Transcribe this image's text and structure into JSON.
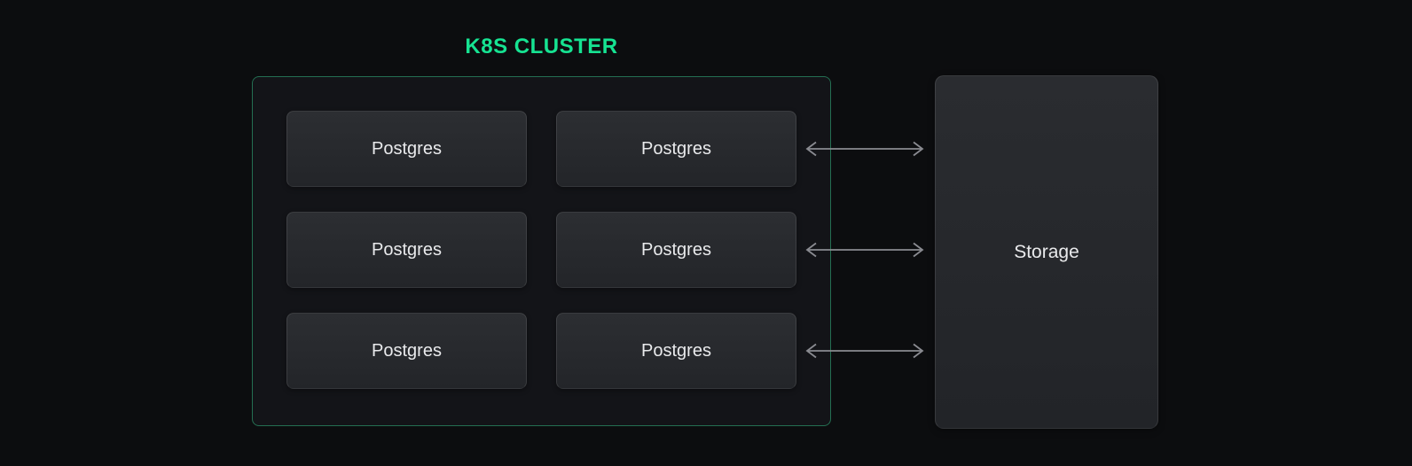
{
  "colors": {
    "background": "#0c0d0f",
    "cluster_border_green": "#246f52",
    "cluster_interior": "#131418",
    "title_green": "#16e392",
    "node_fill_top": "#2c2e32",
    "node_fill_bottom": "#232529",
    "node_text": "#e9eaec",
    "arrow_gray": "#8a8b91"
  },
  "cluster": {
    "title": "K8S CLUSTER",
    "nodes": [
      {
        "label": "Postgres"
      },
      {
        "label": "Postgres"
      },
      {
        "label": "Postgres"
      },
      {
        "label": "Postgres"
      },
      {
        "label": "Postgres"
      },
      {
        "label": "Postgres"
      }
    ]
  },
  "storage": {
    "label": "Storage"
  },
  "arrows": {
    "count": 3,
    "type": "bidirectional",
    "connects": "Postgres right column to Storage"
  }
}
